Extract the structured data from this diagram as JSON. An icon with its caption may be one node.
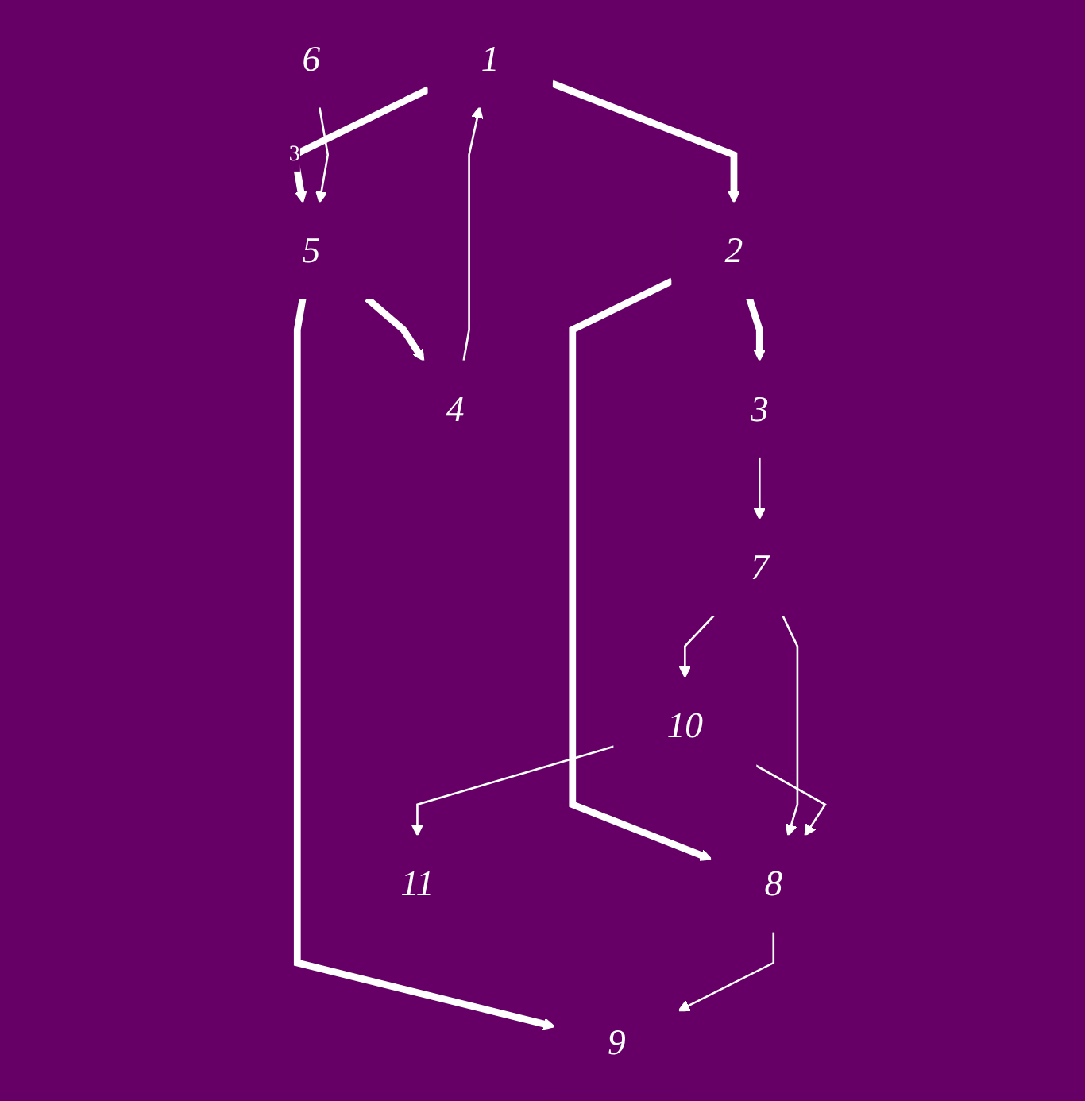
{
  "diagram": {
    "nodes": [
      {
        "text": [
          "1"
        ]
      },
      {
        "text": [
          "2"
        ]
      },
      {
        "text": [
          "3"
        ]
      },
      {
        "text": [
          "4"
        ]
      },
      {
        "text": [
          "5"
        ]
      },
      {
        "text": [
          "6"
        ]
      },
      {
        "text": [
          "7"
        ]
      },
      {
        "text": [
          "8"
        ]
      },
      {
        "text": [
          "9"
        ]
      },
      {
        "text": [
          "10"
        ]
      },
      {
        "text": [
          "11"
        ]
      }
    ],
    "edges": [
      {
        "from": 0,
        "to": 1,
        "arrow": "to",
        "style": "thick"
      },
      {
        "from": 1,
        "to": 2,
        "arrow": "to",
        "style": "thick"
      },
      {
        "from": 1,
        "to": 7,
        "arrow": "to",
        "style": "thick"
      },
      {
        "from": 0,
        "to": 4,
        "arrow": "to",
        "style": "thick",
        "label": "3"
      },
      {
        "from": 4,
        "to": 3,
        "arrow": "to",
        "style": "thick"
      },
      {
        "from": 4,
        "to": 8,
        "arrow": "to",
        "style": "thick"
      },
      {
        "from": 3,
        "to": 0,
        "arrow": "to"
      },
      {
        "from": 5,
        "to": 4,
        "arrow": "to"
      },
      {
        "from": 2,
        "to": 6,
        "arrow": "to"
      },
      {
        "from": 7,
        "to": 8,
        "arrow": "to"
      },
      {
        "from": 6,
        "to": 7,
        "arrow": "to"
      },
      {
        "from": 9,
        "to": 7,
        "arrow": "to"
      },
      {
        "from": 6,
        "to": 9,
        "arrow": "to"
      },
      {
        "from": 9,
        "to": 10,
        "arrow": "to"
      }
    ]
  }
}
